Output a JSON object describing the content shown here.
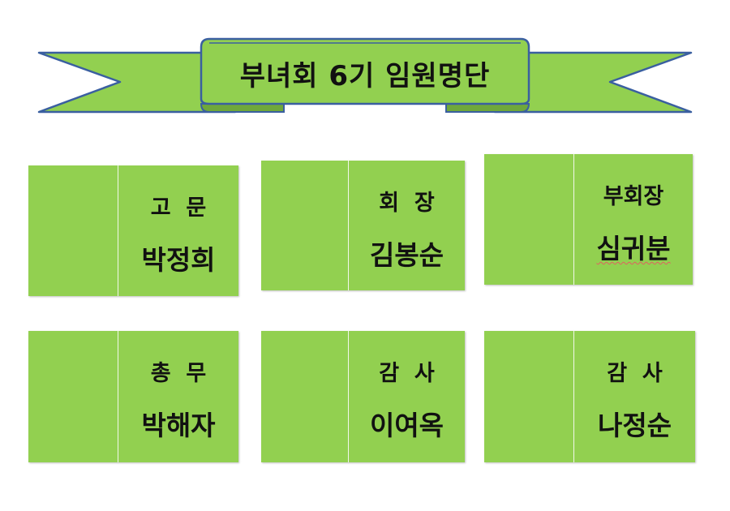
{
  "title": "부녀회 6기 임원명단",
  "colors": {
    "card": "#92d050",
    "banner": "#92d050",
    "banner_stroke": "#3a5fa0",
    "text": "#111111"
  },
  "officers": [
    {
      "role": "고  문",
      "name": "박정희"
    },
    {
      "role": "회  장",
      "name": "김봉순"
    },
    {
      "role": "부회장",
      "name": "심귀분"
    },
    {
      "role": "총  무",
      "name": "박해자"
    },
    {
      "role": "감  사",
      "name": "이여옥"
    },
    {
      "role": "감  사",
      "name": "나정순"
    }
  ]
}
